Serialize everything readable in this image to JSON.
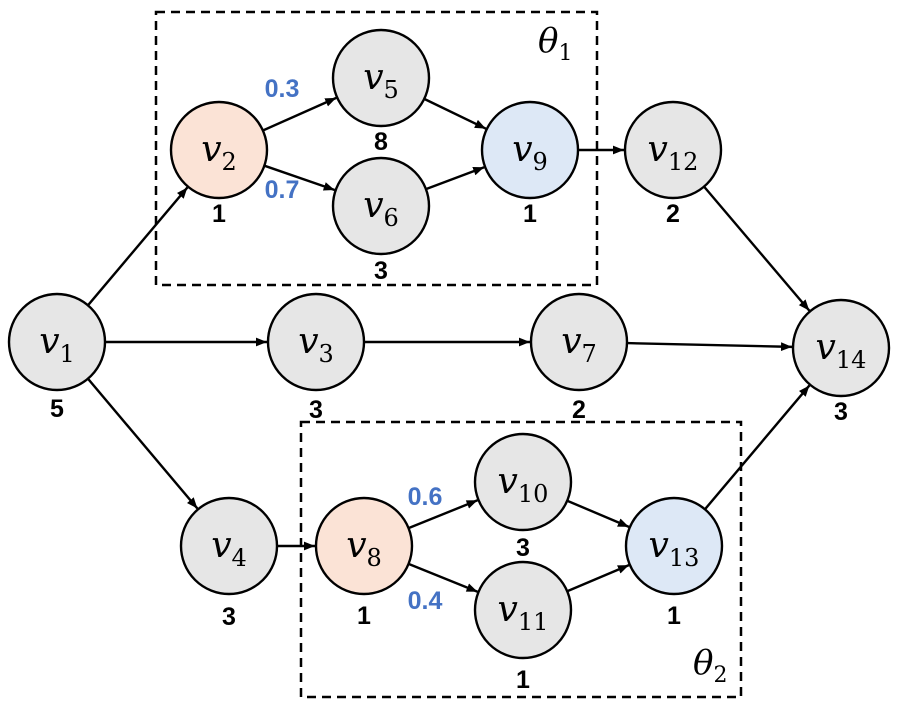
{
  "colors": {
    "default_fill": "#e6e6e6",
    "orange_fill": "#fbe3d6",
    "blue_fill": "#dde8f6",
    "stroke": "#000000",
    "prob_text": "#4472C4"
  },
  "nodes": [
    {
      "id": "v1",
      "label": "v",
      "sub": "1",
      "weight": "5",
      "fill": "default"
    },
    {
      "id": "v2",
      "label": "v",
      "sub": "2",
      "weight": "1",
      "fill": "orange"
    },
    {
      "id": "v3",
      "label": "v",
      "sub": "3",
      "weight": "3",
      "fill": "default"
    },
    {
      "id": "v4",
      "label": "v",
      "sub": "4",
      "weight": "3",
      "fill": "default"
    },
    {
      "id": "v5",
      "label": "v",
      "sub": "5",
      "weight": "8",
      "fill": "default"
    },
    {
      "id": "v6",
      "label": "v",
      "sub": "6",
      "weight": "3",
      "fill": "default"
    },
    {
      "id": "v7",
      "label": "v",
      "sub": "7",
      "weight": "2",
      "fill": "default"
    },
    {
      "id": "v8",
      "label": "v",
      "sub": "8",
      "weight": "1",
      "fill": "orange"
    },
    {
      "id": "v9",
      "label": "v",
      "sub": "9",
      "weight": "1",
      "fill": "blue"
    },
    {
      "id": "v10",
      "label": "v",
      "sub": "10",
      "weight": "3",
      "fill": "default"
    },
    {
      "id": "v11",
      "label": "v",
      "sub": "11",
      "weight": "1",
      "fill": "default"
    },
    {
      "id": "v12",
      "label": "v",
      "sub": "12",
      "weight": "2",
      "fill": "default"
    },
    {
      "id": "v13",
      "label": "v",
      "sub": "13",
      "weight": "1",
      "fill": "blue"
    },
    {
      "id": "v14",
      "label": "v",
      "sub": "14",
      "weight": "3",
      "fill": "default"
    }
  ],
  "edges": [
    {
      "from": "v1",
      "to": "v2"
    },
    {
      "from": "v1",
      "to": "v3"
    },
    {
      "from": "v1",
      "to": "v4"
    },
    {
      "from": "v2",
      "to": "v5",
      "prob": "0.3"
    },
    {
      "from": "v2",
      "to": "v6",
      "prob": "0.7"
    },
    {
      "from": "v5",
      "to": "v9"
    },
    {
      "from": "v6",
      "to": "v9"
    },
    {
      "from": "v9",
      "to": "v12"
    },
    {
      "from": "v3",
      "to": "v7"
    },
    {
      "from": "v4",
      "to": "v8"
    },
    {
      "from": "v8",
      "to": "v10",
      "prob": "0.6"
    },
    {
      "from": "v8",
      "to": "v11",
      "prob": "0.4"
    },
    {
      "from": "v10",
      "to": "v13"
    },
    {
      "from": "v11",
      "to": "v13"
    },
    {
      "from": "v12",
      "to": "v14"
    },
    {
      "from": "v7",
      "to": "v14"
    },
    {
      "from": "v13",
      "to": "v14"
    }
  ],
  "groups": [
    {
      "id": "theta1",
      "label": "θ",
      "sub": "1"
    },
    {
      "id": "theta2",
      "label": "θ",
      "sub": "2"
    }
  ]
}
